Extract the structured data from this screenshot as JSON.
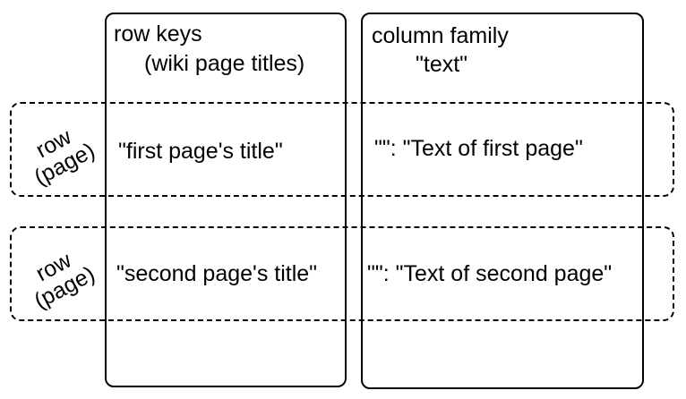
{
  "columns": {
    "row_keys": {
      "title_line1": "row keys",
      "title_line2": "(wiki page titles)"
    },
    "column_family": {
      "title_line1": "column family",
      "title_line2": "\"text\""
    }
  },
  "rows": [
    {
      "label_line1": "row",
      "label_line2": "(page)",
      "key": "\"first page's title\"",
      "value": "\"\": \"Text of first page\""
    },
    {
      "label_line1": "row",
      "label_line2": "(page)",
      "key": "\"second page's title\"",
      "value": "\"\": \"Text of second page\""
    }
  ]
}
